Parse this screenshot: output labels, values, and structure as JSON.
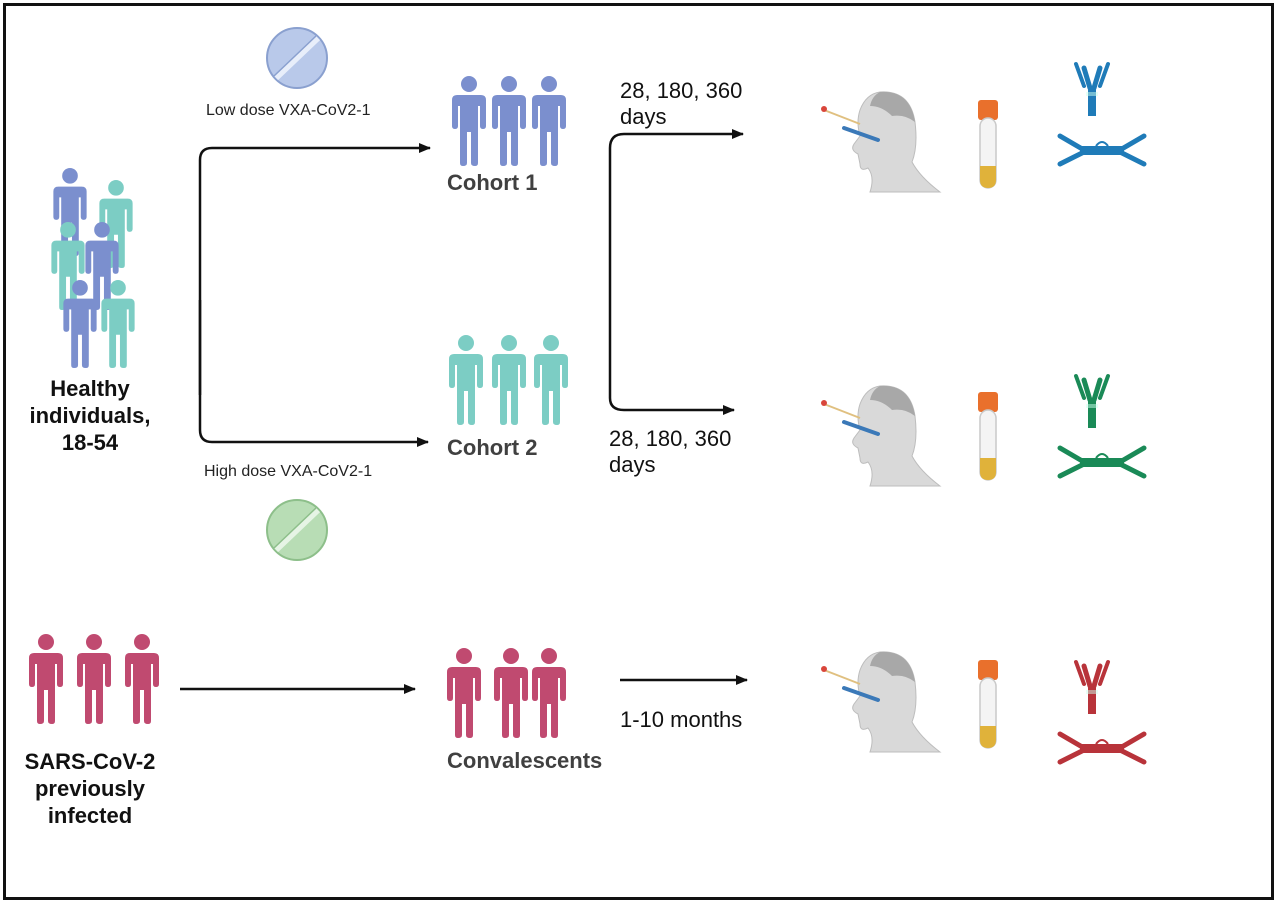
{
  "colors": {
    "cohort1": "#7b8fce",
    "cohort2": "#7ccdc4",
    "convalescent": "#c04a70",
    "antibody_cohort1": "#1f7bb8",
    "antibody_cohort2": "#1a8a57",
    "antibody_convalescent": "#b8333a",
    "pill_low": "#b9c9ea",
    "pill_high": "#b8ddb5",
    "arrow": "#111111"
  },
  "groups": {
    "healthy": [
      "Healthy",
      "individuals,",
      "18-54"
    ],
    "infected": [
      "SARS-CoV-2",
      "previously",
      "infected"
    ]
  },
  "doses": {
    "low": "Low dose VXA-CoV2-1",
    "high": "High dose VXA-CoV2-1"
  },
  "cohorts": {
    "c1": "Cohort 1",
    "c2": "Cohort 2",
    "conv": "Convalescents"
  },
  "timepoints": {
    "c1": [
      "28, 180, 360",
      "days"
    ],
    "c2": [
      "28, 180, 360",
      "days"
    ],
    "conv": "1-10 months"
  },
  "icons": [
    "person-icon",
    "pill-icon",
    "nasal-swab-head-icon",
    "blood-tube-icon",
    "antibody-icon"
  ]
}
